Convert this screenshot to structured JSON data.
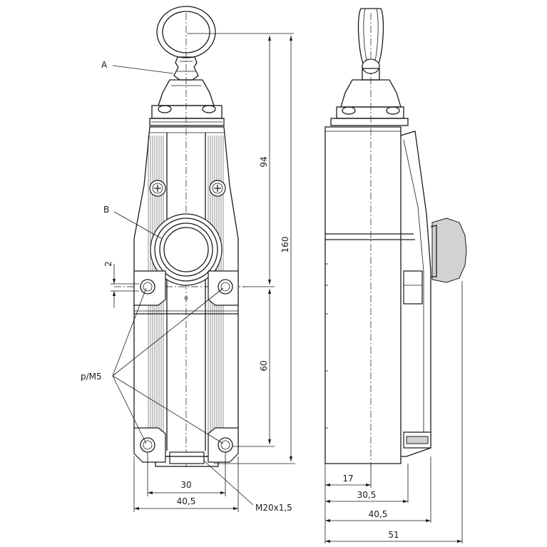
{
  "labels": {
    "a": "A",
    "b": "B",
    "holes": "p/M5",
    "thread": "M20x1,5"
  },
  "dimensions": {
    "width_holes": "30",
    "width_body": "40,5",
    "height_total": "160",
    "height_upper": "94",
    "height_holes": "60",
    "hole_offset": "2",
    "side_17": "17",
    "side_30_5": "30,5",
    "side_40_5": "40,5",
    "side_51": "51"
  }
}
